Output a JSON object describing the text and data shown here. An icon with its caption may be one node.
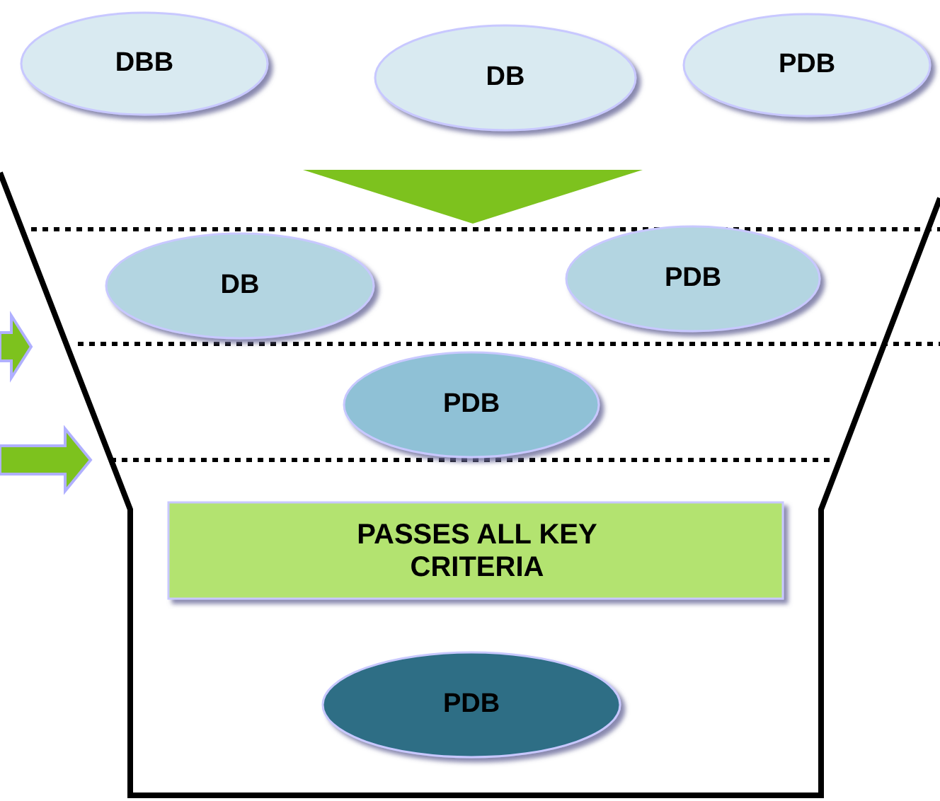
{
  "diagram": {
    "nodes": [
      {
        "text": [
          "DBB"
        ]
      },
      {
        "text": [
          "DB"
        ]
      },
      {
        "text": [
          "PDB"
        ]
      },
      {
        "text": [
          "DB"
        ]
      },
      {
        "text": [
          "PDB"
        ]
      },
      {
        "text": [
          "PDB"
        ]
      },
      {
        "text": [
          "PASSES ALL KEY CRITERIA"
        ]
      },
      {
        "text": [
          "PDB"
        ]
      }
    ]
  }
}
